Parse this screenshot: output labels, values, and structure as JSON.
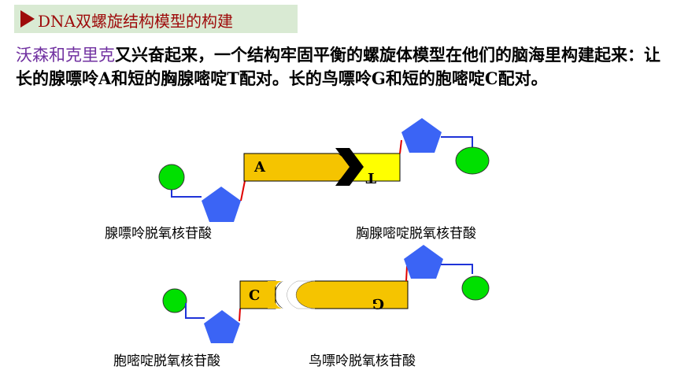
{
  "title": "DNA双螺旋结构模型的构建",
  "paragraph": {
    "names": "沃森和克里克",
    "text": "又兴奋起来，一个结构牢固平衡的螺旋体模型在他们的脑海里构建起来：让长的腺嘌呤A和短的胸腺嘧啶T配对。长的鸟嘌呤G和短的胞嘧啶C配对。"
  },
  "diagram": {
    "labels": {
      "adenine": "腺嘌呤脱氧核苷酸",
      "thymine": "胸腺嘧啶脱氧核苷酸",
      "cytosine": "胞嘧啶脱氧核苷酸",
      "guanine": "鸟嘌呤脱氧核苷酸"
    },
    "bases": {
      "a": "A",
      "t": "T",
      "c": "C",
      "g": "G"
    }
  },
  "colors": {
    "phosphate": "#00e000",
    "sugar": "#3b64f5",
    "base_a": "#f5c400",
    "base_t": "#ffff00",
    "base_c": "#f5c400",
    "base_g": "#f5c400",
    "title_bg": "#d9ead3",
    "title_text": "#9e0b0b",
    "names": "#7030a0"
  }
}
